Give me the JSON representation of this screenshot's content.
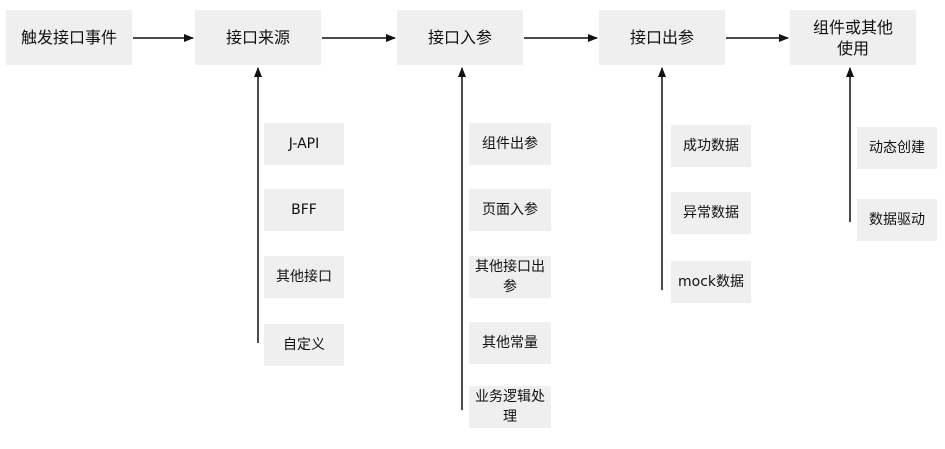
{
  "flow": [
    {
      "label": "触发接口事件"
    },
    {
      "label": "接口来源"
    },
    {
      "label": "接口入参"
    },
    {
      "label": "接口出参"
    },
    {
      "label": "组件或其他使用"
    }
  ],
  "details": [
    {
      "items": [
        {
          "label": "J-API"
        },
        {
          "label": "BFF"
        },
        {
          "label": "其他接口"
        },
        {
          "label": "自定义"
        }
      ]
    },
    {
      "items": [
        {
          "label": "组件出参"
        },
        {
          "label": "页面入参"
        },
        {
          "label": "其他接口出参"
        },
        {
          "label": "其他常量"
        },
        {
          "label": "业务逻辑处理"
        }
      ]
    },
    {
      "items": [
        {
          "label": "成功数据"
        },
        {
          "label": "异常数据"
        },
        {
          "label": "mock数据"
        }
      ]
    },
    {
      "items": [
        {
          "label": "动态创建"
        },
        {
          "label": "数据驱动"
        }
      ]
    }
  ]
}
